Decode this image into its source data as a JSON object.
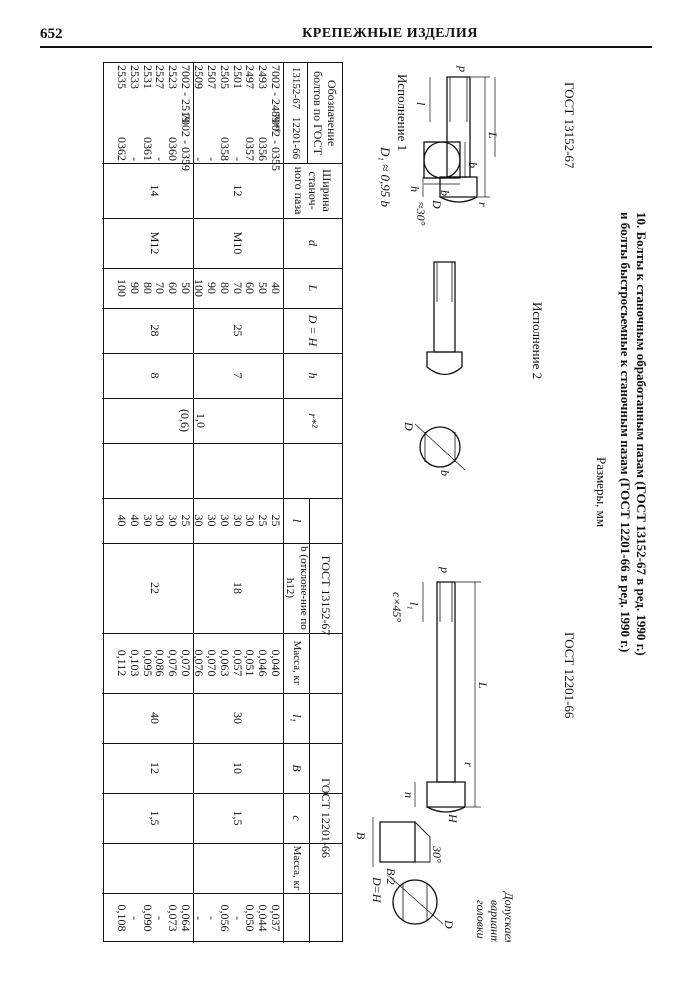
{
  "header": {
    "page_number": "652",
    "running_title": "КРЕПЕЖНЫЕ ИЗДЕЛИЯ"
  },
  "caption": {
    "line1": "10. Болты к станочным обработанным пазам (ГОСТ 13152-67 в ред. 1990 г.)",
    "line2": "и болты быстросъемные к станочным пазам (ГОСТ 12201-66 в ред. 1990 г.)",
    "units": "Размеры, мм"
  },
  "figures": {
    "gost1": "ГОСТ 13152-67",
    "gost2": "ГОСТ 12201-66",
    "var1": "Исполнение 1",
    "var2": "Исполнение 2",
    "d1_formula": "D₁ ≈ 0,95 b",
    "alt_head": [
      "Допускаемый",
      "вариант",
      "головки"
    ],
    "labels": {
      "L": "L",
      "l": "l",
      "l1": "l₁",
      "b": "b",
      "h": "h",
      "r": "r",
      "p": "p",
      "D": "D",
      "H": "H",
      "D_eq_H": "D=H",
      "angle30": "≈30°",
      "angle30b": "30°",
      "n": "n",
      "cx45": "c×45°",
      "B": "B",
      "B2": "B/2",
      "D1": "D₁"
    }
  },
  "table": {
    "headers": {
      "designation": "Обозначение болтов по ГОСТ",
      "gost_a": "13152-67",
      "gost_b": "12201-66",
      "slot_width": "Ширина станоч-ного паза",
      "d": "d",
      "L": "L",
      "DH": "D = H",
      "h": "h",
      "r": "r*²",
      "group1": "ГОСТ 13152-67",
      "l": "l",
      "b": "b (отклоне-ние по h12)",
      "mass1": "Масса, кг",
      "group2": "ГОСТ 12201-66",
      "l1": "l₁",
      "B": "B",
      "c": "c",
      "mass2": "Масса, кг"
    },
    "groups": [
      {
        "slot_width": "12",
        "d": "M10",
        "DH": "25",
        "h": "7",
        "b": "18",
        "l1": "30",
        "B": "10",
        "c": "1,5",
        "r_values": [
          "1,0",
          "(0,6)"
        ],
        "rows": [
          {
            "g1": "7002 - 2489*¹",
            "g2": "7002 - 0355",
            "L": "40",
            "l": "25",
            "m1": "0,040",
            "m2": "0,037"
          },
          {
            "g1": "2493",
            "g2": "0356",
            "L": "50",
            "l": "25",
            "m1": "0,046",
            "m2": "0,044"
          },
          {
            "g1": "2497",
            "g2": "0357",
            "L": "60",
            "l": "30",
            "m1": "0,051",
            "m2": "0,050"
          },
          {
            "g1": "2501",
            "g2": "-",
            "L": "70",
            "l": "30",
            "m1": "0,057",
            "m2": "-"
          },
          {
            "g1": "2505",
            "g2": "0358",
            "L": "80",
            "l": "30",
            "m1": "0,063",
            "m2": "0,056"
          },
          {
            "g1": "2507",
            "g2": "-",
            "L": "90",
            "l": "30",
            "m1": "0,070",
            "m2": "-"
          },
          {
            "g1": "2509",
            "g2": "-",
            "L": "100",
            "l": "30",
            "m1": "0,076",
            "m2": "-"
          }
        ]
      },
      {
        "slot_width": "14",
        "d": "M12",
        "DH": "28",
        "h": "8",
        "b": "22",
        "l1": "40",
        "B": "12",
        "c": "1,5",
        "rows": [
          {
            "g1": "7002 - 2519",
            "g2": "7002 - 0359",
            "L": "50",
            "l": "25",
            "m1": "0,070",
            "m2": "0,064"
          },
          {
            "g1": "2523",
            "g2": "0360",
            "L": "60",
            "l": "30",
            "m1": "0,076",
            "m2": "0,073"
          },
          {
            "g1": "2527",
            "g2": "-",
            "L": "70",
            "l": "30",
            "m1": "0,086",
            "m2": "-"
          },
          {
            "g1": "2531",
            "g2": "0361",
            "L": "80",
            "l": "30",
            "m1": "0,095",
            "m2": "0,090"
          },
          {
            "g1": "2533",
            "g2": "-",
            "L": "90",
            "l": "40",
            "m1": "0,103",
            "m2": "-"
          },
          {
            "g1": "2535",
            "g2": "0362",
            "L": "100",
            "l": "40",
            "m1": "0,112",
            "m2": "0,108"
          }
        ]
      }
    ]
  }
}
